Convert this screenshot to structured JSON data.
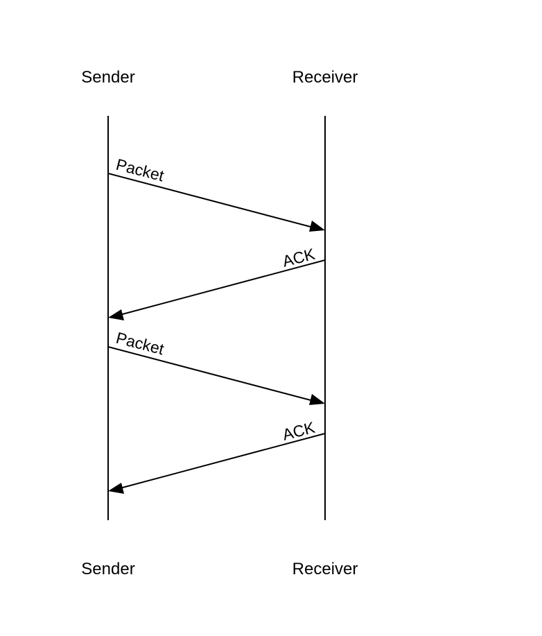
{
  "participants": {
    "left": "Sender",
    "right": "Receiver"
  },
  "messages": [
    {
      "label": "Packet",
      "from": "Sender",
      "to": "Receiver"
    },
    {
      "label": "ACK",
      "from": "Receiver",
      "to": "Sender"
    },
    {
      "label": "Packet",
      "from": "Sender",
      "to": "Receiver"
    },
    {
      "label": "ACK",
      "from": "Receiver",
      "to": "Sender"
    }
  ]
}
